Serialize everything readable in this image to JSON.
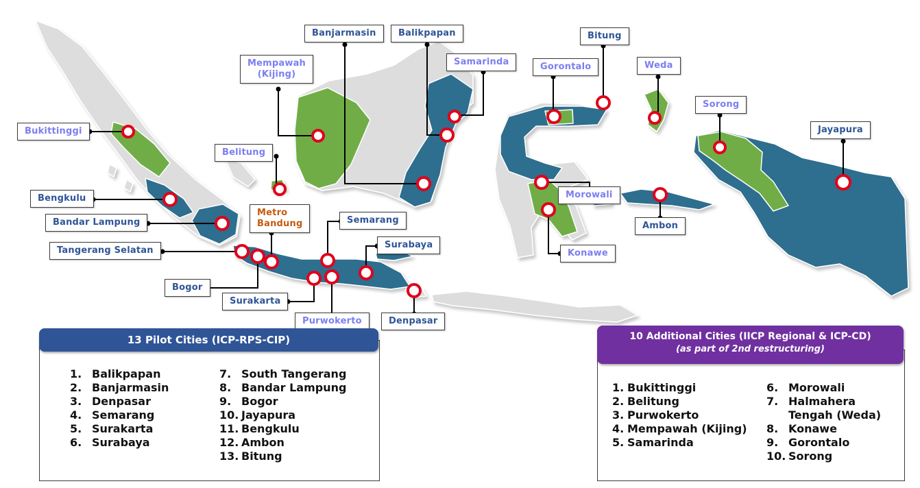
{
  "colors": {
    "land_grey": "#dddddd",
    "pilot_blue": "#2e6e8e",
    "additional_green": "#70ad47",
    "marker_red": "#e0001b",
    "pilot_label_text": "#2f5597",
    "additional_label_text": "#7b7ff0",
    "metro_label_text": "#c55a11",
    "pilot_header_bg": "#2f5597",
    "additional_header_bg": "#7030a0"
  },
  "map_labels": {
    "banjarmasin": "Banjarmasin",
    "balikpapan": "Balikpapan",
    "bitung": "Bitung",
    "mempawah": "Mempawah\n(Kijing)",
    "samarinda": "Samarinda",
    "gorontalo": "Gorontalo",
    "weda": "Weda",
    "sorong": "Sorong",
    "jayapura": "Jayapura",
    "bukittinggi": "Bukittinggi",
    "belitung": "Belitung",
    "bengkulu": "Bengkulu",
    "morowali": "Morowali",
    "metro_bandung": "Metro\nBandung",
    "bandar_lampung": "Bandar Lampung",
    "semarang": "Semarang",
    "ambon": "Ambon",
    "tangerang_selatan": "Tangerang Selatan",
    "surabaya": "Surabaya",
    "konawe": "Konawe",
    "bogor": "Bogor",
    "surakarta": "Surakarta",
    "purwokerto": "Purwokerto",
    "denpasar": "Denpasar"
  },
  "pilot_panel": {
    "title": "13 Pilot Cities (ICP-RPS-CIP)",
    "items": [
      {
        "num": "1.",
        "name": "Balikpapan"
      },
      {
        "num": "2.",
        "name": "Banjarmasin"
      },
      {
        "num": "3.",
        "name": "Denpasar"
      },
      {
        "num": "4.",
        "name": "Semarang"
      },
      {
        "num": "5.",
        "name": "Surakarta"
      },
      {
        "num": "6.",
        "name": "Surabaya"
      },
      {
        "num": "7.",
        "name": "South Tangerang"
      },
      {
        "num": "8.",
        "name": "Bandar Lampung"
      },
      {
        "num": "9.",
        "name": "Bogor"
      },
      {
        "num": "10.",
        "name": "Jayapura"
      },
      {
        "num": "11.",
        "name": "Bengkulu"
      },
      {
        "num": "12.",
        "name": "Ambon"
      },
      {
        "num": "13.",
        "name": "Bitung"
      }
    ]
  },
  "additional_panel": {
    "title": "10 Additional Cities (IICP Regional & ICP-CD)",
    "subtitle": "(as part of 2nd restructuring)",
    "items": [
      {
        "num": "1.",
        "name": "Bukittinggi"
      },
      {
        "num": "2.",
        "name": "Belitung"
      },
      {
        "num": "3.",
        "name": "Purwokerto"
      },
      {
        "num": "4.",
        "name": "Mempawah (Kijing)"
      },
      {
        "num": "5.",
        "name": "Samarinda"
      },
      {
        "num": "6.",
        "name": "Morowali"
      },
      {
        "num": "7.",
        "name": "Halmahera\nTengah (Weda)"
      },
      {
        "num": "8.",
        "name": "Konawe"
      },
      {
        "num": "9.",
        "name": "Gorontalo"
      },
      {
        "num": "10.",
        "name": "Sorong"
      }
    ]
  }
}
